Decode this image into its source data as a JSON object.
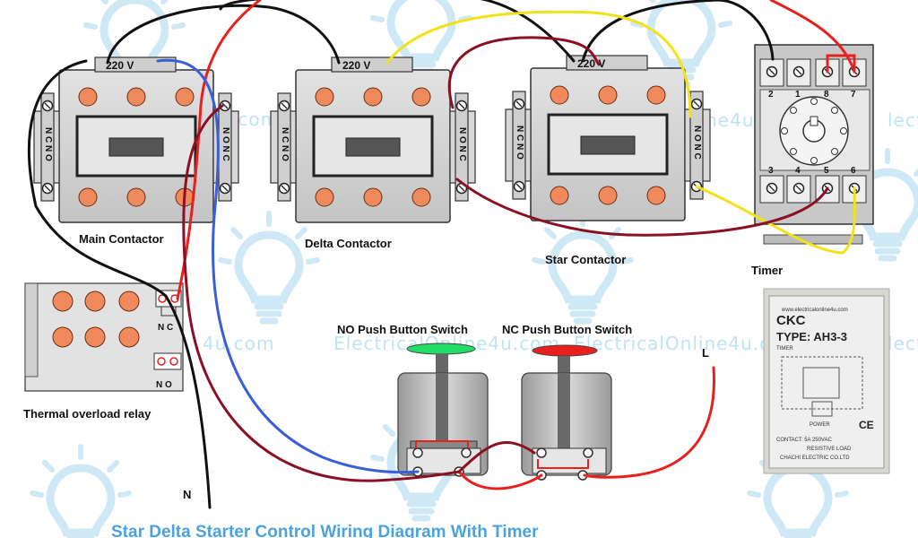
{
  "diagram": {
    "title": "Star Delta Starter Control Wiring Diagram With Timer",
    "watermark_text": "ElectricalOnline4u.com",
    "watermark_short": ".com",
    "watermark_mid": "4u.com",
    "watermark_right": "line4u.com",
    "watermark_far": "lectr",
    "coil_voltage": "220 V",
    "contactors": [
      {
        "label": "Main Contactor",
        "left_contacts": "N C  N O",
        "right_contacts": "N O  N C"
      },
      {
        "label": "Delta Contactor",
        "left_contacts": "N C  N O",
        "right_contacts": "N O  N C"
      },
      {
        "label": "Star Contactor",
        "left_contacts": "N C  N O",
        "right_contacts": "N O  N C"
      }
    ],
    "timer": {
      "label": "Timer",
      "top_pins": [
        "2",
        "1",
        "8",
        "7"
      ],
      "bottom_pins": [
        "3",
        "4",
        "5",
        "6"
      ]
    },
    "relay": {
      "label": "Thermal overload relay",
      "nc": "N C",
      "no": "N O"
    },
    "no_button": {
      "label": "NO Push Button Switch",
      "color": "#22dd66"
    },
    "nc_button": {
      "label": "NC Push Button Switch",
      "color": "#e8201e"
    },
    "line_label": "L",
    "neutral_label": "N",
    "timer_photo": {
      "brand": "CKC",
      "type": "TYPE:  AH3-3",
      "sub": "TIMER",
      "url_text": "www.electricalonline4u.com",
      "power": "POWER",
      "contact": "CONTACT: 5A  250VAC",
      "load": "RESISTIVE LOAD",
      "maker": "CHACHI ELECTRIC CO.LTD",
      "ce": "CE"
    }
  },
  "colors": {
    "wire_black": "#111111",
    "wire_red": "#e8201e",
    "wire_maroon": "#8b1024",
    "wire_blue": "#3a5fd6",
    "wire_yellow": "#f2e21a",
    "contact_orange": "#f08a5d",
    "title_blue": "#4aa3df"
  }
}
